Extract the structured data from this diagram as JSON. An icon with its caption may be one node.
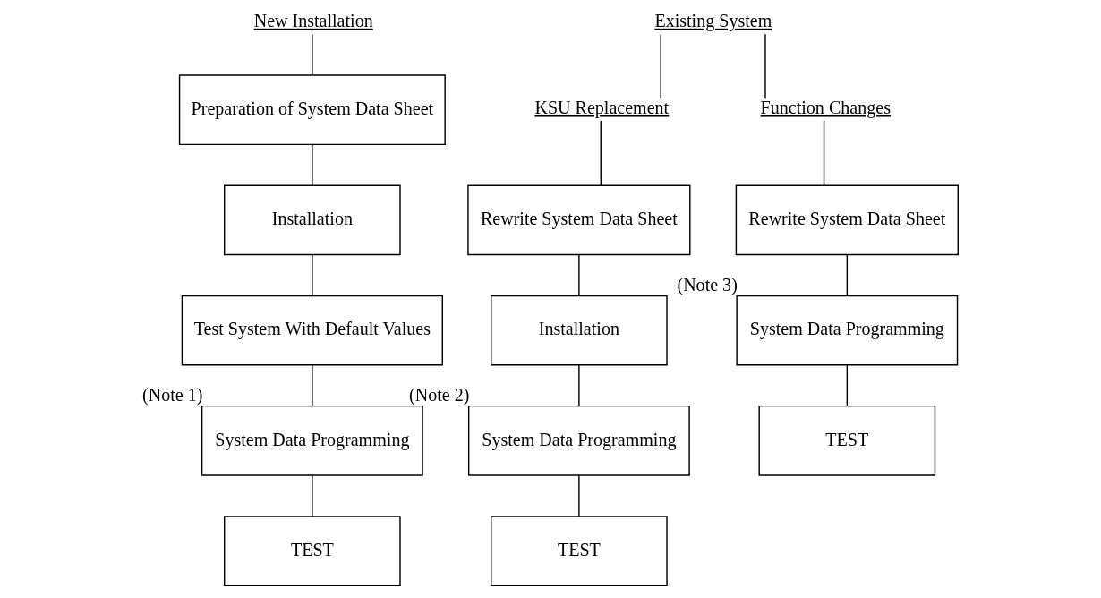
{
  "diagram": {
    "nodes": [
      {
        "text": [
          "New Installation"
        ]
      },
      {
        "text": [
          "Preparation of System Data Sheet"
        ]
      },
      {
        "text": [
          "Installation"
        ]
      },
      {
        "text": [
          "Test System With Default Values"
        ]
      },
      {
        "text": [
          "System Data Programming"
        ],
        "beside": [
          "(Note 1)"
        ]
      },
      {
        "text": [
          "TEST"
        ]
      },
      {
        "text": [
          "Existing System"
        ]
      },
      {
        "text": [
          "KSU Replacement"
        ]
      },
      {
        "text": [
          "Rewrite System Data Sheet"
        ]
      },
      {
        "text": [
          "Installation"
        ]
      },
      {
        "text": [
          "System Data Programming"
        ],
        "beside": [
          "(Note 2)"
        ]
      },
      {
        "text": [
          "TEST"
        ]
      },
      {
        "text": [
          "Function Changes"
        ]
      },
      {
        "text": [
          "Rewrite System Data Sheet"
        ]
      },
      {
        "text": [
          "System Data Programming"
        ],
        "beside": [
          "(Note 3)"
        ]
      },
      {
        "text": [
          "TEST"
        ]
      }
    ],
    "edges": [
      {
        "from": 0,
        "to": 1,
        "arrow": "none"
      },
      {
        "from": 1,
        "to": 2,
        "arrow": "none"
      },
      {
        "from": 2,
        "to": 3,
        "arrow": "none"
      },
      {
        "from": 3,
        "to": 4,
        "arrow": "none"
      },
      {
        "from": 4,
        "to": 5,
        "arrow": "none"
      },
      {
        "from": 6,
        "to": 7,
        "arrow": "none"
      },
      {
        "from": 6,
        "to": 12,
        "arrow": "none"
      },
      {
        "from": 7,
        "to": 8,
        "arrow": "none"
      },
      {
        "from": 8,
        "to": 9,
        "arrow": "none"
      },
      {
        "from": 9,
        "to": 10,
        "arrow": "none"
      },
      {
        "from": 10,
        "to": 11,
        "arrow": "none"
      },
      {
        "from": 12,
        "to": 13,
        "arrow": "none"
      },
      {
        "from": 13,
        "to": 14,
        "arrow": "none"
      },
      {
        "from": 14,
        "to": 15,
        "arrow": "none"
      }
    ]
  }
}
